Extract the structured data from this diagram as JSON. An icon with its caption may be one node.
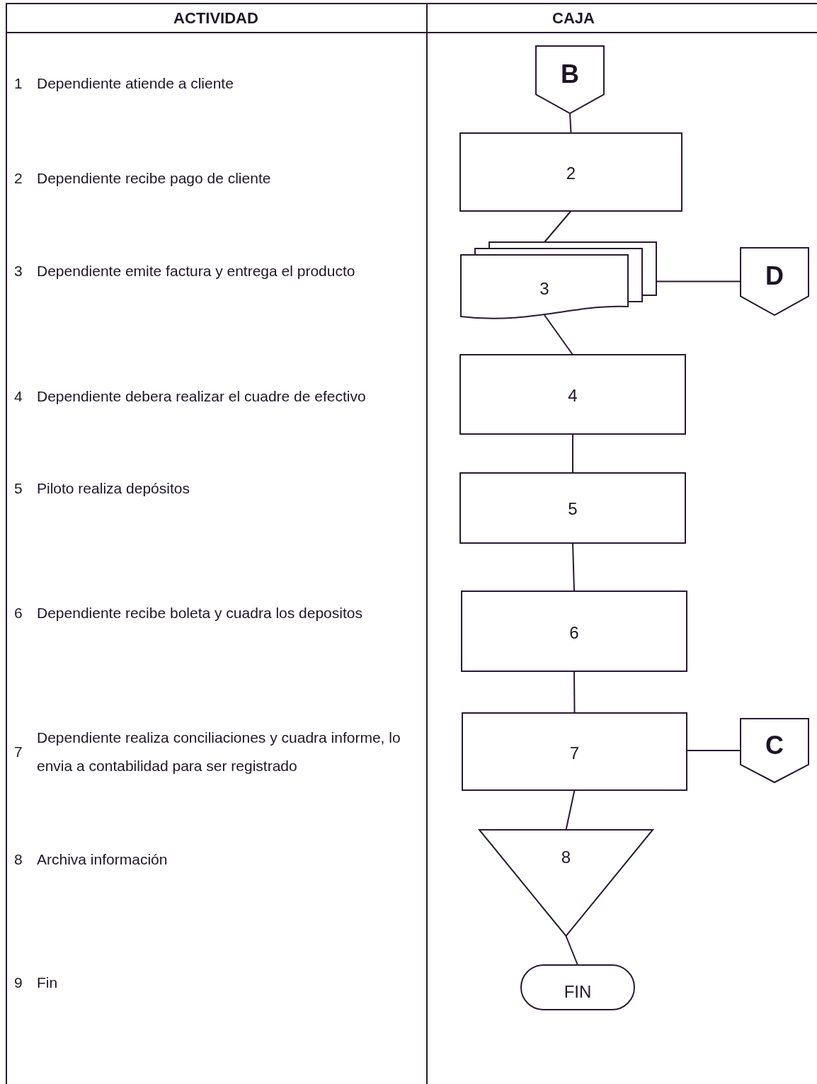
{
  "diagram": {
    "nodes": [
      {
        "text": [
          "B"
        ]
      },
      {
        "text": [
          "2"
        ]
      },
      {
        "text": [
          "3"
        ]
      },
      {
        "text": [
          "D"
        ]
      },
      {
        "text": [
          "4"
        ]
      },
      {
        "text": [
          "5"
        ]
      },
      {
        "text": [
          "6"
        ]
      },
      {
        "text": [
          "7"
        ]
      },
      {
        "text": [
          "C"
        ]
      },
      {
        "text": [
          "8"
        ]
      },
      {
        "text": [
          "FIN"
        ]
      }
    ],
    "edges": [
      {
        "from": 0,
        "to": 1,
        "arrow": "none"
      },
      {
        "from": 1,
        "to": 2,
        "arrow": "none"
      },
      {
        "from": 2,
        "to": 3,
        "arrow": "none"
      },
      {
        "from": 2,
        "to": 4,
        "arrow": "none"
      },
      {
        "from": 4,
        "to": 5,
        "arrow": "none"
      },
      {
        "from": 5,
        "to": 6,
        "arrow": "none"
      },
      {
        "from": 6,
        "to": 7,
        "arrow": "none"
      },
      {
        "from": 7,
        "to": 8,
        "arrow": "none"
      },
      {
        "from": 7,
        "to": 9,
        "arrow": "none"
      },
      {
        "from": 9,
        "to": 10,
        "arrow": "none"
      }
    ],
    "labels": [
      "ACTIVIDAD",
      "CAJA",
      "1",
      "Dependiente atiende a cliente",
      "2",
      "Dependiente recibe pago de cliente",
      "3",
      "Dependiente emite factura y entrega el producto",
      "4",
      "Dependiente debera realizar el cuadre de efectivo",
      "5",
      "Piloto realiza depósitos",
      "6",
      "Dependiente recibe boleta y cuadra los depositos",
      "7",
      "Dependiente realiza conciliaciones  y cuadra informe, lo envia a contabilidad para ser registrado",
      "8",
      "Archiva información",
      "9",
      "Fin"
    ]
  }
}
